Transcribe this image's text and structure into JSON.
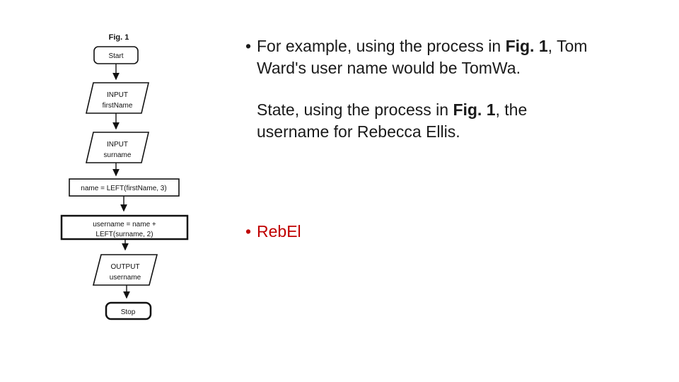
{
  "slide": {
    "background": "#ffffff",
    "text_color": "#1a1a1a",
    "answer_color": "#c00000"
  },
  "figure": {
    "label": "Fig. 1",
    "nodes": {
      "start": "Start",
      "input_firstname_l1": "INPUT",
      "input_firstname_l2": "firstName",
      "input_surname_l1": "INPUT",
      "input_surname_l2": "surname",
      "process_name": "name = LEFT(firstName, 3)",
      "process_username_l1": "username = name +",
      "process_username_l2": "LEFT(surname, 2)",
      "output_username_l1": "OUTPUT",
      "output_username_l2": "username",
      "stop": "Stop"
    }
  },
  "content": {
    "bullet_char": "•",
    "bullet1": {
      "line1_pre": "For example, using the process in ",
      "line1_bold": "Fig. 1",
      "line1_post": ", Tom",
      "line2": "Ward's user name would be TomWa."
    },
    "paragraph2": {
      "line1_pre": "State, using the process in ",
      "line1_bold": "Fig. 1",
      "line1_post": ", the",
      "line2": "username for Rebecca Ellis."
    },
    "bullet2": {
      "answer": "RebEl"
    }
  }
}
